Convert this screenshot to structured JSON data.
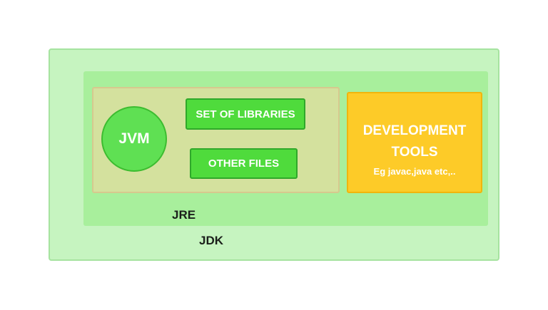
{
  "diagram": {
    "jdk": {
      "label": "JDK"
    },
    "jre": {
      "label": "JRE"
    },
    "jvm": {
      "label": "JVM"
    },
    "libraries": {
      "label": "SET OF LIBRARIES"
    },
    "other_files": {
      "label": "OTHER FILES"
    },
    "dev_tools": {
      "title_line1": "DEVELOPMENT",
      "title_line2": "TOOLS",
      "subtitle": "Eg javac,java etc,.."
    }
  },
  "colors": {
    "jdk_fill": "#c6f4c0",
    "jre_fill": "#a8ef9c",
    "inner_fill": "#d4e19e",
    "jvm_fill": "#5fe053",
    "box_fill": "#4fdb3c",
    "tools_fill": "#fdcb28"
  }
}
